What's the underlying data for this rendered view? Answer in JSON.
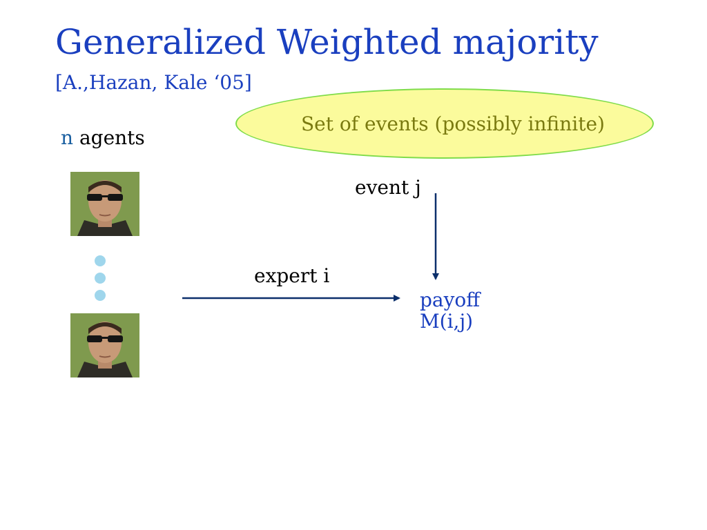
{
  "slide": {
    "title": "Generalized Weighted majority",
    "subtitle": "[A.,Hazan, Kale ‘05]"
  },
  "events_set": {
    "label": "Set of events (possibly infinite)"
  },
  "agents": {
    "count_var": "n",
    "label": "agents"
  },
  "event": {
    "label": "event j"
  },
  "expert": {
    "label": "expert i"
  },
  "payoff": {
    "line1": "payoff",
    "line2": "M(i,j)"
  },
  "colors": {
    "title": "#1a3fbf",
    "ellipse_fill": "#fbfb9c",
    "ellipse_border": "#7fdc4a",
    "arrow": "#0b2f6b",
    "dots": "#9fd6ec"
  }
}
